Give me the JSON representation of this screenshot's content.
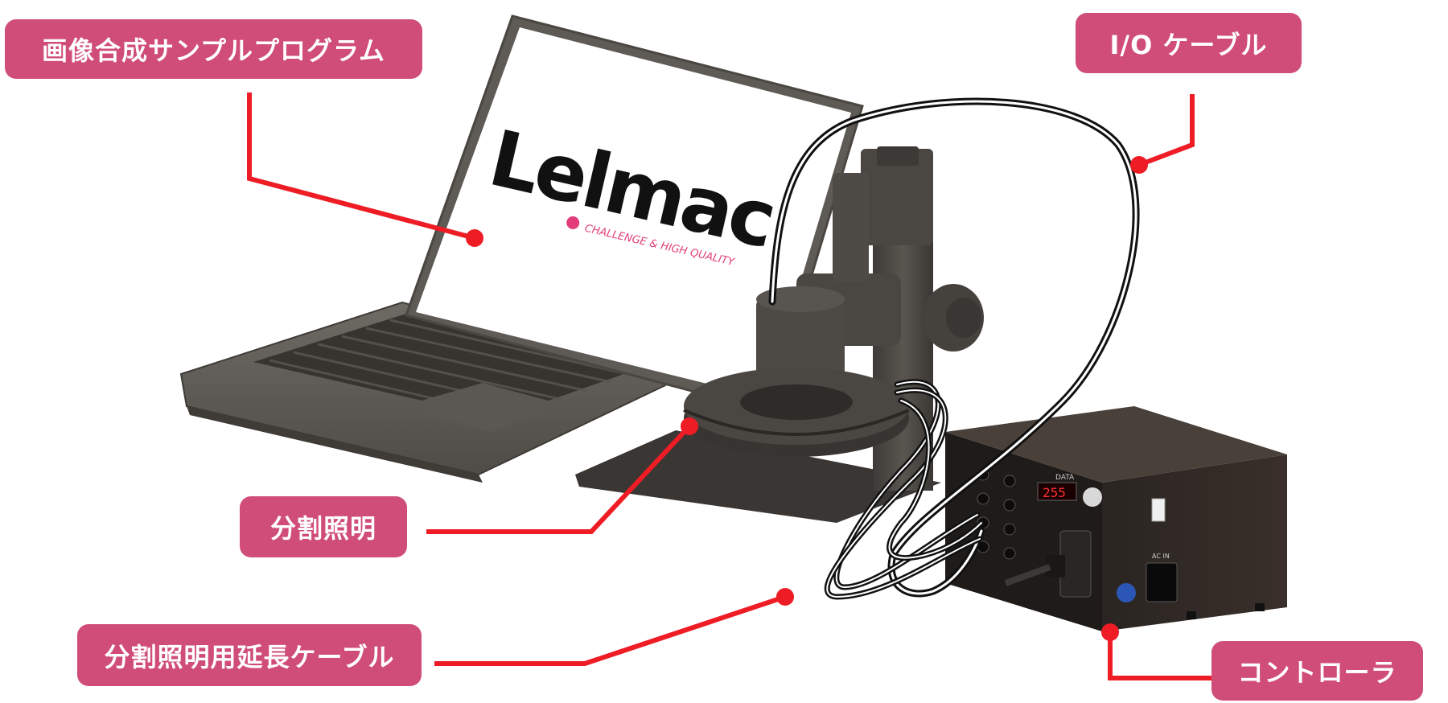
{
  "callouts": {
    "software": "画像合成サンプルプログラム",
    "io_cable": "I/O ケーブル",
    "split_light": "分割照明",
    "extension_cable": "分割照明用延長ケーブル",
    "controller": "コントローラ"
  },
  "screen": {
    "logo": "Lelmac",
    "tagline": "CHALLENGE & HIGH QUALITY"
  },
  "controller_panel": {
    "data_label": "DATA",
    "display_value": "255",
    "ac_in": "AC IN"
  },
  "colors": {
    "callout_bg": "#d04c79",
    "leader_line": "#ee1c25",
    "brand_pink": "#e23d7a"
  }
}
